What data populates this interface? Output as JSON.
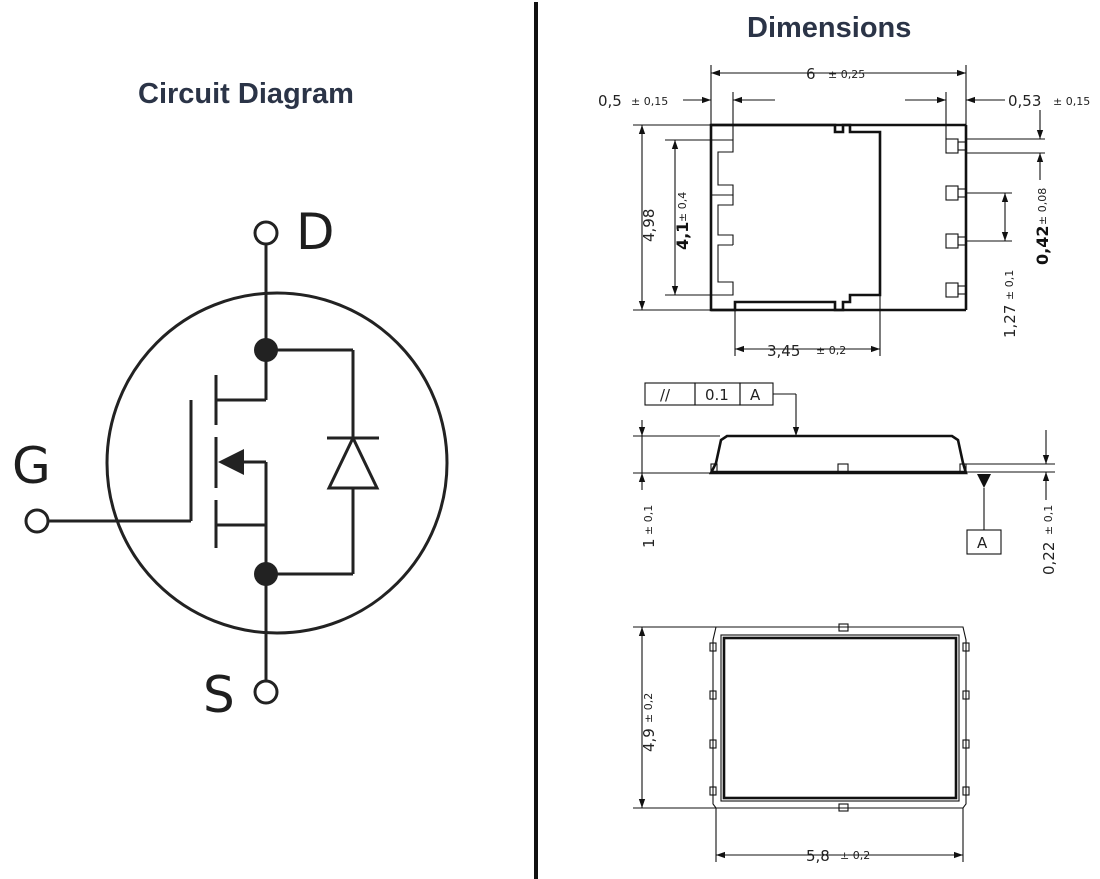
{
  "circuit": {
    "title": "Circuit Diagram",
    "drain_label": "D",
    "gate_label": "G",
    "source_label": "S"
  },
  "dimensions": {
    "title": "Dimensions",
    "top_view": {
      "width": "6",
      "width_tol": "± 0,25",
      "left_offset": "0,5",
      "left_offset_tol": "± 0,15",
      "right_offset": "0,53",
      "right_offset_tol": "± 0,15",
      "height_outer": "4,98",
      "height_inner": "4,1",
      "height_inner_tol": "± 0,4",
      "pad_width": "0,42",
      "pad_width_tol": "± 0,08",
      "pitch": "1,27",
      "pitch_tol": "± 0,1",
      "inner_width": "3,45",
      "inner_width_tol": "± 0,2"
    },
    "side_view": {
      "parallelism_symbol": "//",
      "parallelism_value": "0.1",
      "datum": "A",
      "height": "1",
      "height_tol": "± 0,1",
      "standoff": "0,22",
      "standoff_tol": "± 0,1"
    },
    "bottom_view": {
      "height": "4,9",
      "height_tol": "± 0,2",
      "width": "5,8",
      "width_tol": "± 0,2"
    }
  }
}
